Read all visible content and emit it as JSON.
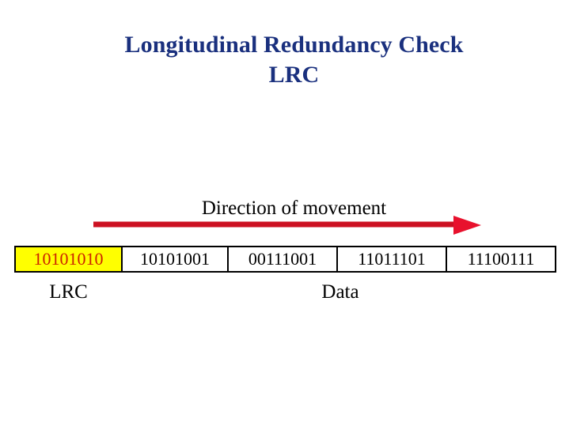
{
  "slide": {
    "title_line1": "Longitudinal Redundancy Check",
    "title_line2": "LRC",
    "title_color": "#1a307e",
    "background_color": "#ffffff"
  },
  "diagram": {
    "direction_label": "Direction of movement",
    "arrow": {
      "name": "direction-of-movement-arrow",
      "color": "#cc1122",
      "points_to": "right"
    },
    "frame": {
      "blocks": [
        {
          "value": "10101010",
          "role": "lrc",
          "fill": "#ffff00",
          "text_color": "#cc2200"
        },
        {
          "value": "10101001",
          "role": "data",
          "fill": "#ffffff",
          "text_color": "#000000"
        },
        {
          "value": "00111001",
          "role": "data",
          "fill": "#ffffff",
          "text_color": "#000000"
        },
        {
          "value": "11011101",
          "role": "data",
          "fill": "#ffffff",
          "text_color": "#000000"
        },
        {
          "value": "11100111",
          "role": "data",
          "fill": "#ffffff",
          "text_color": "#000000"
        }
      ]
    },
    "captions": {
      "lrc": "LRC",
      "data": "Data"
    }
  }
}
